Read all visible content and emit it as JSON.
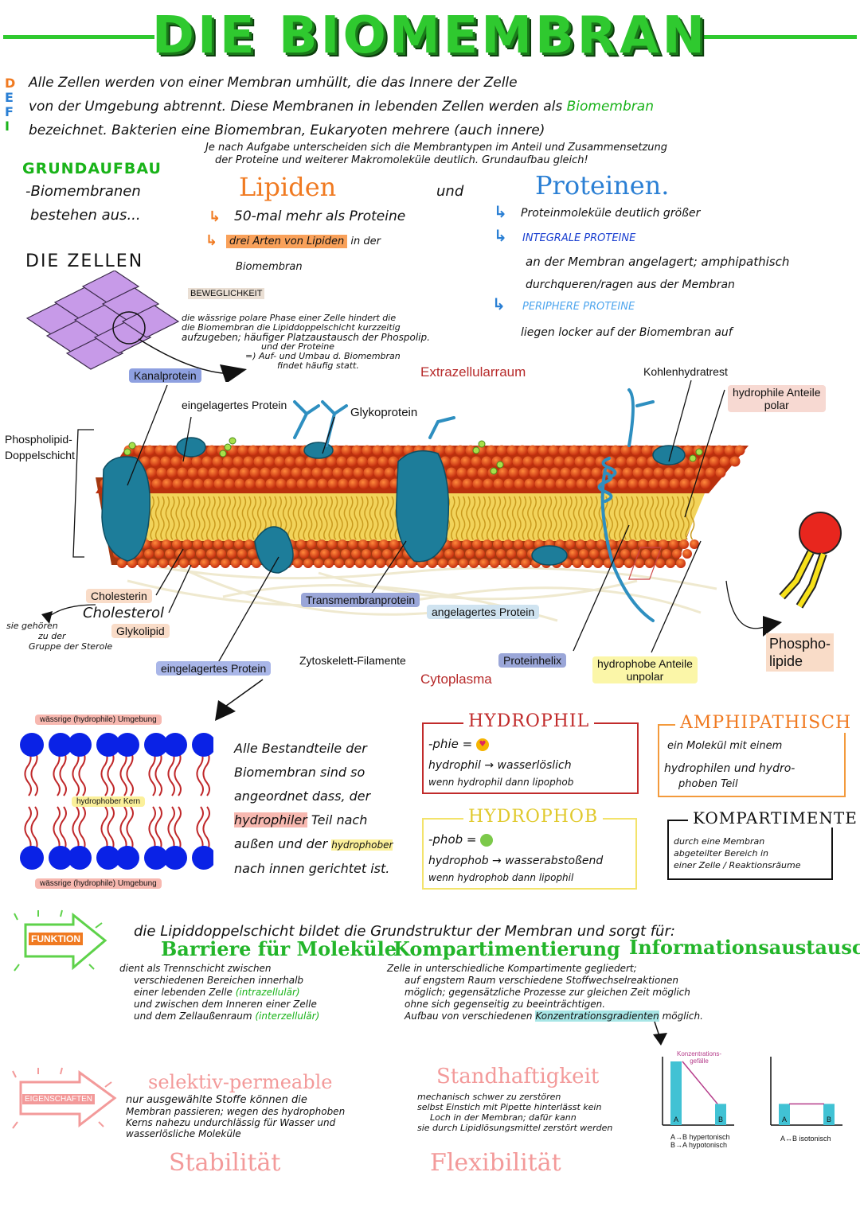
{
  "title": "DIE BIOMEMBRAN",
  "defi": {
    "letters": [
      "D",
      "E",
      "F",
      "I"
    ],
    "line1": "Alle Zellen werden von einer Membran umhüllt, die das Innere der Zelle",
    "line2a": "von der Umgebung abtrennt. Diese Membranen in lebenden Zellen werden als",
    "line2b": "Biomembran",
    "line3": "bezeichnet. Bakterien eine Biomembran, Eukaryoten mehrere (auch innere)"
  },
  "grundaufbau": {
    "label": "GRUNDAUFBAU",
    "note1": "Je nach Aufgabe unterscheiden sich die Membrantypen im Anteil und Zusammensetzung",
    "note2": "der Proteine und weiterer Makromoleküle deutlich. Grundaufbau gleich!",
    "text1": "-Biomembranen",
    "text2": "bestehen aus...",
    "lipiden": "Lipiden",
    "und": "und",
    "proteinen": "Proteinen.",
    "lip1": "50-mal mehr als Proteine",
    "lip2a": "drei Arten von Lipiden",
    "lip2b": "in der",
    "lip2c": "Biomembran",
    "prot1": "Proteinmoleküle deutlich größer",
    "prot2": "INTEGRALE PROTEINE",
    "prot3": "an der Membran angelagert; amphipathisch",
    "prot4": "durchqueren/ragen aus der Membran",
    "prot5": "PERIPHERE PROTEINE",
    "prot6": "liegen locker auf der Biomembran auf"
  },
  "zellen": "DIE ZELLEN",
  "beweglichkeit": {
    "label": "BEWEGLICHKEIT",
    "l1": "die wässrige polare Phase einer Zelle hindert die",
    "l2": "die Biomembran die Lipiddoppelschicht kurzzeitig",
    "l3": "aufzugeben; häufiger Platzaustausch der Phospolip.",
    "l4": "und der Proteine",
    "l5": "=) Auf- und Umbau d. Biomembran",
    "l6": "findet häufig statt."
  },
  "diagram": {
    "extrazellular": "Extrazellularraum",
    "cytoplasma": "Cytoplasma",
    "kanalprotein": "Kanalprotein",
    "eingelagert_top": "eingelagertes Protein",
    "glykoprotein": "Glykoprotein",
    "kohlenhydratrest": "Kohlenhydratrest",
    "hydrophil_anteile": "hydrophile Anteile",
    "polar": "polar",
    "phospholipid_ds": "Phospholipid-",
    "doppelschicht": "Doppelschicht",
    "cholesterin": "Cholesterin",
    "cholesterol": "Cholesterol",
    "glykolipid": "Glykolipid",
    "sterole1": "sie gehören",
    "sterole2": "zu der",
    "sterole3": "Gruppe der Sterole",
    "transmembran": "Transmembranprotein",
    "angelagert": "angelagertes Protein",
    "zytoskelett": "Zytoskelett-Filamente",
    "eingelagert_bottom": "eingelagertes Protein",
    "proteinhelix": "Proteinhelix",
    "hydrophob_anteile": "hydrophobe Anteile",
    "unpolar": "unpolar",
    "phospho": "Phospho-",
    "lipide": "lipide"
  },
  "bilayer": {
    "top": "wässrige (hydrophile) Umgebung",
    "core": "hydrophober Kern",
    "bottom": "wässrige (hydrophile) Umgebung"
  },
  "arrangement": {
    "l1": "Alle Bestandteile der",
    "l2": "Biomembran sind so",
    "l3": "angeordnet dass, der",
    "l4a": "hydrophiler",
    "l4b": "Teil nach",
    "l5a": "außen und der",
    "l5b": "hydrophober",
    "l6": "nach innen gerichtet ist."
  },
  "hydrophil": {
    "title": "HYDROPHIL",
    "l1": "-phie =",
    "l2": "hydrophil → wasserlöslich",
    "l3": "wenn hydrophil dann lipophob"
  },
  "hydrophob": {
    "title": "HYDROPHOB",
    "l1": "-phob =",
    "l2": "hydrophob → wasserabstoßend",
    "l3": "wenn hydrophob dann lipophil"
  },
  "amphipathisch": {
    "title": "AMPHIPATHISCH",
    "l1": "ein Molekül mit einem",
    "l2": "hydrophilen und hydro-",
    "l3": "phoben Teil"
  },
  "kompartimente": {
    "title": "KOMPARTIMENTE",
    "l1": "durch eine Membran",
    "l2": "abgeteilter Bereich in",
    "l3": "einer Zelle / Reaktionsräume"
  },
  "funktion": {
    "badge": "FUNKTION",
    "intro": "die Lipiddoppelschicht bildet die Grundstruktur der Membran und sorgt für:",
    "h1": "Barriere für Moleküle",
    "h2": "Kompartimentierung",
    "h3": "Informationsaustausch",
    "b1": "dient als Trennschicht zwischen",
    "b2": "verschiedenen Bereichen innerhalb",
    "b3a": "einer lebenden Zelle",
    "b3b": "(intrazellulär)",
    "b4": "und zwischen dem Inneren einer Zelle",
    "b5a": "und dem Zellaußenraum",
    "b5b": "(interzellulär)",
    "k1": "Zelle in unterschiedliche Kompartimente gegliedert;",
    "k2": "auf engstem Raum verschiedene Stoffwechselreaktionen",
    "k3": "möglich; gegensätzliche Prozesse zur gleichen Zeit möglich",
    "k4": "ohne sich gegenseitig zu beeinträchtigen.",
    "k5a": "Aufbau von verschiedenen",
    "k5b": "Konzentrationsgradienten",
    "k5c": "möglich."
  },
  "eigenschaften": {
    "badge": "EIGENSCHAFTEN",
    "sel": "selektiv-permeable",
    "sel1": "nur ausgewählte Stoffe können die",
    "sel2": "Membran passieren; wegen des hydrophoben",
    "sel3": "Kerns nahezu undurchlässig für Wasser und",
    "sel4": "wasserlösliche Moleküle",
    "stab": "Stabilität",
    "stand": "Standhaftigkeit",
    "st1": "mechanisch schwer zu zerstören",
    "st2": "selbst Einstich mit Pipette hinterlässt kein",
    "st3": "Loch in der Membran; dafür kann",
    "st4": "sie durch Lipidlösungsmittel zerstört werden",
    "flex": "Flexibilität",
    "chart1_title1": "Konzentrations-",
    "chart1_title2": "gefälle",
    "chart1_cap1": "A→B hypertonisch",
    "chart1_cap2": "B→A hypotonisch",
    "chart2_cap": "A↔B isotonisch",
    "barA": "A",
    "barB": "B"
  },
  "chart_data": [
    {
      "type": "bar",
      "categories": [
        "A",
        "B"
      ],
      "values": [
        3,
        1
      ],
      "title": "Konzentrations- gefälle"
    },
    {
      "type": "bar",
      "categories": [
        "A",
        "B"
      ],
      "values": [
        1,
        1
      ],
      "title": ""
    }
  ]
}
